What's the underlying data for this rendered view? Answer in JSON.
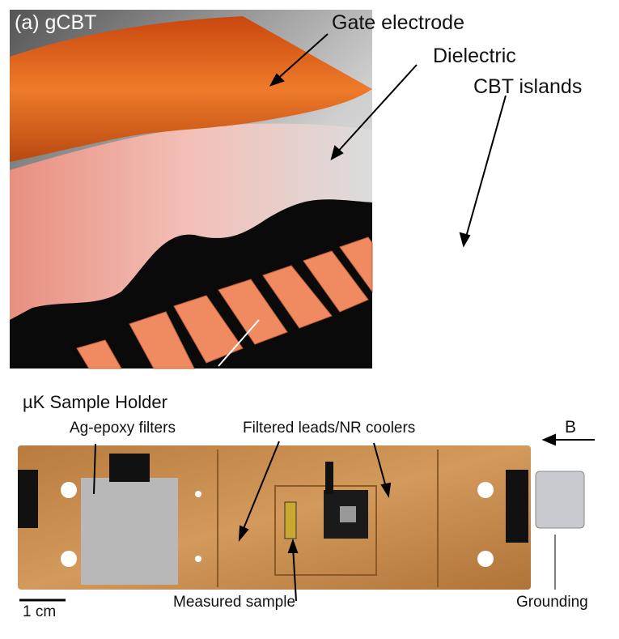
{
  "panel_a": {
    "title": "(a) gCBT",
    "labels": {
      "gate": "Gate electrode",
      "dielectric": "Dielectric",
      "islands": "CBT islands"
    }
  },
  "panel_b": {
    "title": "µK Sample Holder",
    "labels": {
      "filters": "Ag-epoxy filters",
      "leads": "Filtered leads/NR coolers",
      "field": "B",
      "sample": "Measured sample",
      "grounding": "Grounding",
      "scale": "1 cm"
    }
  },
  "colors": {
    "gate": "#e0601a",
    "island": "#f08a60",
    "copper": "#c48a4c",
    "substrate": "#0a0a0a"
  }
}
